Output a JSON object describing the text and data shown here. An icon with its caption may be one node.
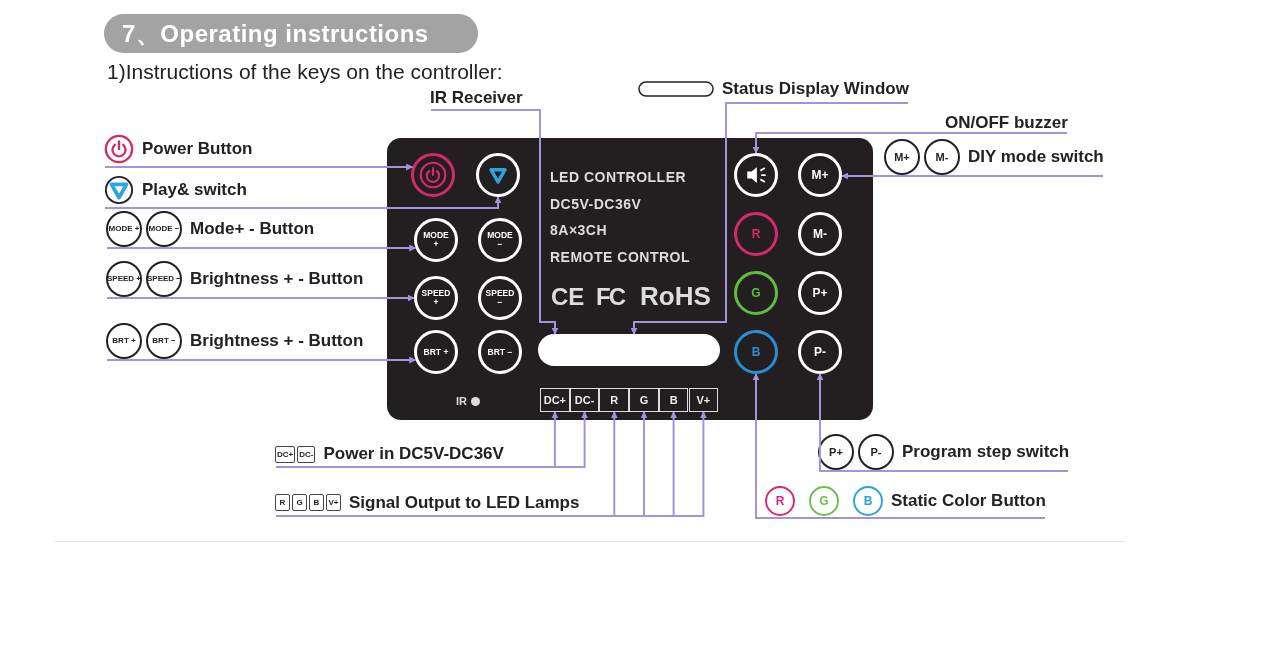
{
  "diagram": {
    "title": "7、Operating instructions",
    "nodes": [
      {
        "text": [
          "LED CONTROLLER",
          "DC5V-DC36V",
          "8A×3CH",
          "REMOTE CONTROL"
        ]
      },
      {
        "text": [],
        "shape": "circle",
        "in": 0
      },
      {
        "text": [],
        "shape": "circle",
        "in": 0
      },
      {
        "text": [
          "MODE +"
        ],
        "in": 0
      },
      {
        "text": [
          "MODE −"
        ],
        "in": 0
      },
      {
        "text": [
          "SPEED +"
        ],
        "in": 0
      },
      {
        "text": [
          "SPEED −"
        ],
        "in": 0
      },
      {
        "text": [
          "BRT +"
        ],
        "in": 0
      },
      {
        "text": [
          "BRT −"
        ],
        "in": 0
      },
      {
        "text": [],
        "shape": "bar",
        "in": 0
      },
      {
        "text": [],
        "shape": "circle",
        "in": 0
      },
      {
        "text": [
          "M+"
        ],
        "in": 0
      },
      {
        "text": [
          "M-"
        ],
        "in": 0
      },
      {
        "text": [
          "R"
        ],
        "in": 0
      },
      {
        "text": [
          "G"
        ],
        "in": 0
      },
      {
        "text": [
          "P+"
        ],
        "in": 0
      },
      {
        "text": [
          "B"
        ],
        "in": 0
      },
      {
        "text": [
          "P-"
        ],
        "in": 0
      },
      {
        "text": [
          "DC+"
        ],
        "in": 0
      },
      {
        "text": [
          "DC-"
        ],
        "in": 0
      },
      {
        "text": [
          "R"
        ],
        "in": 0
      },
      {
        "text": [
          "G"
        ],
        "in": 0
      },
      {
        "text": [
          "B"
        ],
        "in": 0
      },
      {
        "text": [
          "V+"
        ],
        "in": 0
      },
      {
        "text": [
          "IR Receiver"
        ]
      },
      {
        "text": [
          "Status Display Window"
        ]
      },
      {
        "text": [
          "Power Button"
        ]
      },
      {
        "text": [
          "Play& switch"
        ]
      },
      {
        "text": [
          "ON/OFF buzzer"
        ]
      },
      {
        "text": [
          "M+",
          "M-",
          "DIY mode switch"
        ]
      },
      {
        "text": [
          "MODE +",
          "MODE −",
          "Mode+ - Button"
        ]
      },
      {
        "text": [
          "SPEED +",
          "SPEED −",
          "Brightness + - Button"
        ]
      },
      {
        "text": [
          "BRT +",
          "BRT −",
          "Brightness + - Button"
        ]
      },
      {
        "text": [
          "DC+",
          "DC-",
          "Power in DC5V-DC36V"
        ]
      },
      {
        "text": [
          "R",
          "G",
          "B",
          "V+",
          "Signal Output to LED Lamps"
        ]
      },
      {
        "text": [
          "P+",
          "P-",
          "Program step switch"
        ]
      },
      {
        "text": [
          "R",
          "G",
          "B",
          "Static Color Button"
        ]
      }
    ],
    "edges": [
      {
        "from": 24,
        "to": 9,
        "arrow": "to"
      },
      {
        "from": 25,
        "to": 9,
        "arrow": "to"
      },
      {
        "from": 26,
        "to": 1,
        "arrow": "to"
      },
      {
        "from": 27,
        "to": 2,
        "arrow": "to"
      },
      {
        "from": 28,
        "to": 10,
        "arrow": "to"
      },
      {
        "from": 29,
        "to": 11,
        "arrow": "to"
      },
      {
        "from": 30,
        "to": 3,
        "arrow": "to"
      },
      {
        "from": 31,
        "to": 5,
        "arrow": "to"
      },
      {
        "from": 32,
        "to": 7,
        "arrow": "to"
      },
      {
        "from": 33,
        "to": 18,
        "arrow": "to"
      },
      {
        "from": 33,
        "to": 19,
        "arrow": "to"
      },
      {
        "from": 34,
        "to": 20,
        "arrow": "to"
      },
      {
        "from": 34,
        "to": 21,
        "arrow": "to"
      },
      {
        "from": 34,
        "to": 22,
        "arrow": "to"
      },
      {
        "from": 34,
        "to": 23,
        "arrow": "to"
      },
      {
        "from": 35,
        "to": 17,
        "arrow": "to"
      },
      {
        "from": 36,
        "to": 16,
        "arrow": "to"
      }
    ],
    "labels": [
      "1)Instructions of the keys on the controller:",
      "CE",
      "FC",
      "RoHS",
      "IR"
    ]
  }
}
